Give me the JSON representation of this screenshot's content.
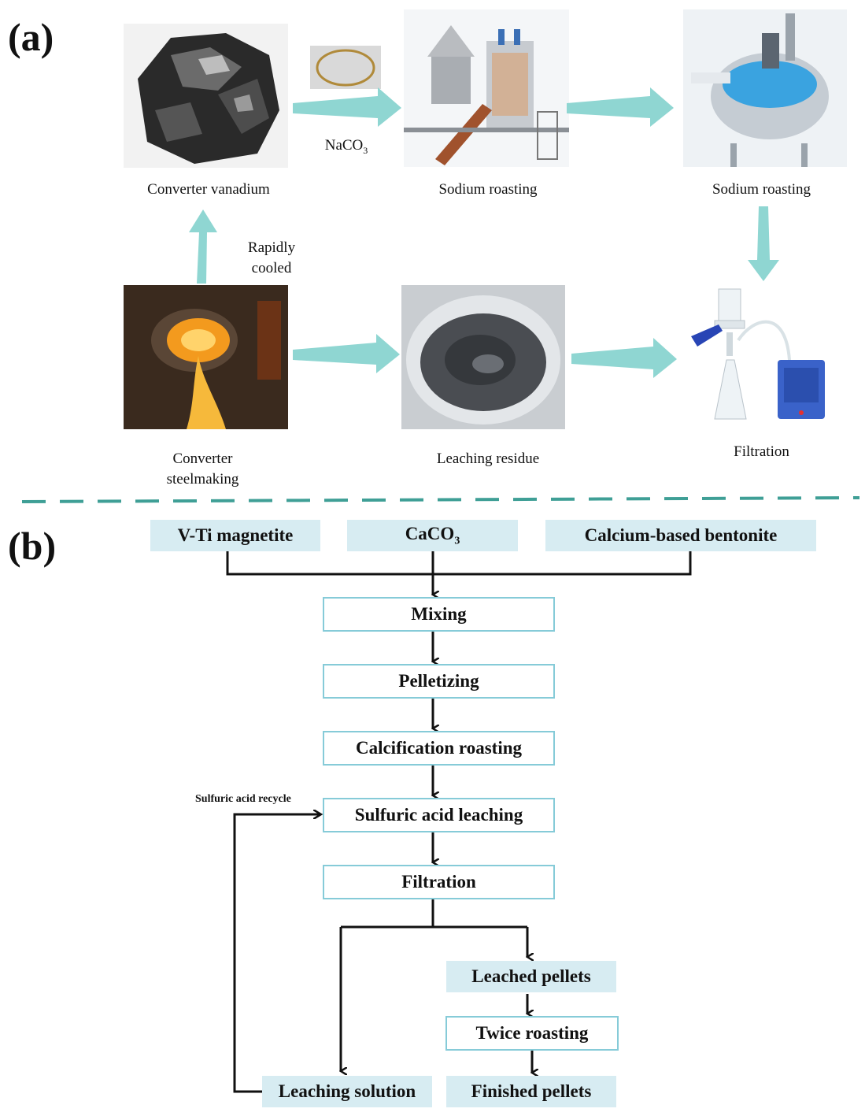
{
  "panel_a": {
    "label": "(a)",
    "captions": {
      "converter_vanadium": "Converter vanadium",
      "sodium_roasting_1": "Sodium roasting",
      "sodium_roasting_2": "Sodium roasting",
      "converter_steelmaking_line1": "Converter",
      "converter_steelmaking_line2": "steelmaking",
      "leaching_residue": "Leaching residue",
      "filtration": "Filtration",
      "rapidly_cooled_line1": "Rapidly",
      "rapidly_cooled_line2": "cooled",
      "naco3_main": "NaCO",
      "naco3_sub": "3"
    }
  },
  "panel_b": {
    "label": "(b)",
    "inputs": {
      "vti": "V-Ti magnetite",
      "caco3_main": "CaCO",
      "caco3_sub": "3",
      "bentonite": "Calcium-based bentonite"
    },
    "steps": {
      "mixing": "Mixing",
      "pelletizing": "Pelletizing",
      "calcification": "Calcification roasting",
      "leaching": "Sulfuric acid leaching",
      "filtration": "Filtration",
      "leached_pellets": "Leached pellets",
      "twice_roasting": "Twice roasting",
      "finished_pellets": "Finished pellets",
      "leaching_solution": "Leaching solution"
    },
    "recycle_label": "Sulfuric acid recycle"
  },
  "colors": {
    "teal_arrow": "#8fd6d2",
    "dash": "#3f9f96",
    "box_fill": "#d7ecf2",
    "box_border": "#86cbd8"
  }
}
